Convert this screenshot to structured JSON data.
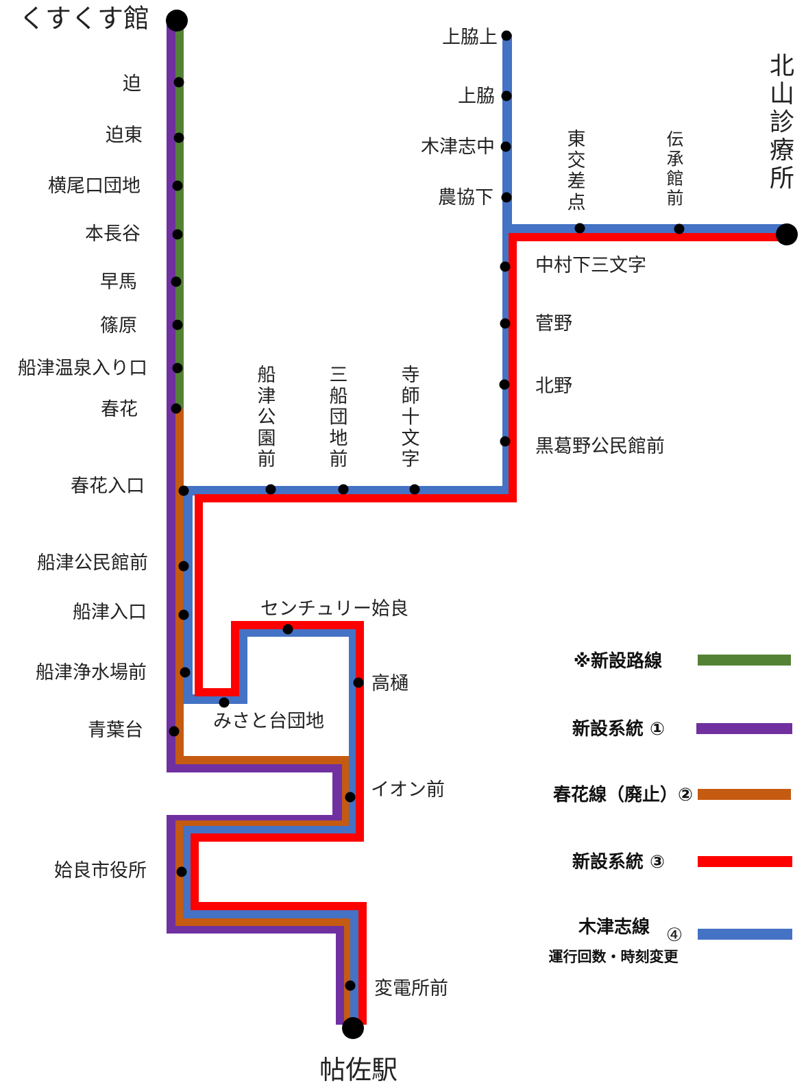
{
  "colors": {
    "new_route": "#548235",
    "system_1": "#7030A0",
    "system_2": "#C55A11",
    "system_3": "#FF0000",
    "system_4": "#4472C4"
  },
  "terminals": {
    "kusukusu": "くすくす館",
    "kitayama": "北山診療所",
    "chosa": "帖佐駅"
  },
  "stops": {
    "sako": "迫",
    "sako_higashi": "迫東",
    "yokoo": "横尾口団地",
    "honnagatani": "本長谷",
    "hayama": "早馬",
    "shinohara": "篠原",
    "funatsu_onsen": "船津温泉入り口",
    "haruka": "春花",
    "haruka_iriguchi": "春花入口",
    "funatsu_kominkan": "船津公民館前",
    "funatsu_iriguchi": "船津入口",
    "funatsu_josui": "船津浄水場前",
    "aobadai": "青葉台",
    "aira_shiyakusho": "姶良市役所",
    "funatsu_koen": "船津公園前",
    "mifune_danchi": "三船団地前",
    "jishi_jumonji": "寺師十文字",
    "kamiwaki_ue": "上脇上",
    "kamiwaki": "上脇",
    "kizushi_naka": "木津志中",
    "nokyo_shita": "農協下",
    "higashi_kosaten": "東交差点",
    "densho_kan": "伝承館前",
    "nakamura": "中村下三文字",
    "sugano": "菅野",
    "kitano": "北野",
    "kurokuzuno": "黒葛野公民館前",
    "century": "センチュリー姶良",
    "misato": "みさと台団地",
    "takahi": "高樋",
    "aeon": "イオン前",
    "henden": "変電所前"
  },
  "legend": {
    "new_route": "※新設路線",
    "system_1": "新設系統 ①",
    "system_2": "春花線（廃止）②",
    "system_3": "新設系統 ③",
    "system_4": "木津志線",
    "system_4_num": "④",
    "system_4_note": "運行回数・時刻変更"
  }
}
